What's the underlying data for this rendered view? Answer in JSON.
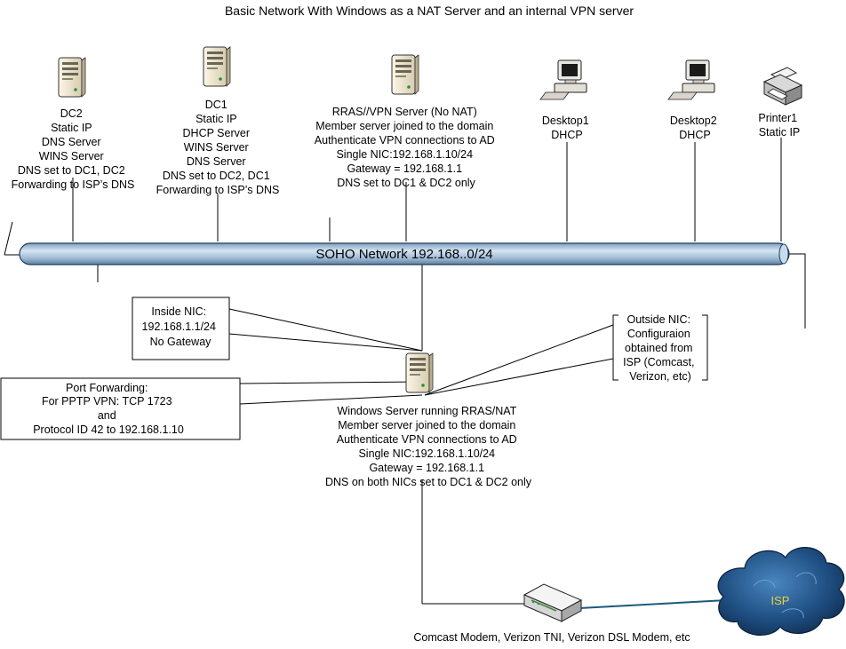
{
  "title": "Basic Network With Windows as a NAT Server and an internal VPN server",
  "bus_label": "SOHO Network 192.168..0/24",
  "nodes": {
    "dc2": [
      "DC2",
      "Static IP",
      "DNS Server",
      "WINS Server",
      "DNS set to DC1, DC2",
      "Forwarding to ISP’s DNS"
    ],
    "dc1": [
      "DC1",
      "Static IP",
      "DHCP Server",
      "WINS Server",
      "DNS Server",
      "DNS set to DC2, DC1",
      "Forwarding to ISP’s DNS"
    ],
    "rras_vpn": [
      "RRAS//VPN Server (No NAT)",
      "Member server joined to the domain",
      "Authenticate VPN connections to AD",
      "Single NIC:192.168.1.10/24",
      "Gateway = 192.168.1.1",
      "DNS set to DC1 & DC2 only"
    ],
    "desktop1": [
      "Desktop1",
      "DHCP"
    ],
    "desktop2": [
      "Desktop2",
      "DHCP"
    ],
    "printer1": [
      "Printer1",
      "Static IP"
    ],
    "nat_server": [
      "Windows Server running RRAS/NAT",
      "Member server joined to the domain",
      "Authenticate VPN connections to AD",
      "Single NIC:192.168.1.10/24",
      "Gateway = 192.168.1.1",
      "DNS on both NICs set to DC1 & DC2 only"
    ],
    "modem": [
      "Comcast Modem, Verizon TNI, Verizon DSL Modem, etc"
    ],
    "isp": "ISP"
  },
  "callouts": {
    "inside_nic": [
      "Inside NIC:",
      "192.168.1.1/24",
      "No Gateway"
    ],
    "port_forwarding": [
      "Port Forwarding:",
      "For PPTP VPN: TCP 1723",
      "and",
      "Protocol ID 42 to 192.168.1.10"
    ],
    "outside_nic": [
      "Outside NIC:",
      "Configuraion",
      "obtained from",
      "ISP (Comcast,",
      "Verizon, etc)"
    ]
  },
  "icons": [
    "server-icon",
    "desktop-computer-icon",
    "printer-icon",
    "modem-icon",
    "cloud-icon"
  ],
  "colors": {
    "bus_fill": "#a9c4dc",
    "bus_stroke": "#1f3b5a",
    "cloud": "#1e4f86",
    "isp_text": "#e8d23a",
    "wan_link": "#1b5a7a"
  }
}
